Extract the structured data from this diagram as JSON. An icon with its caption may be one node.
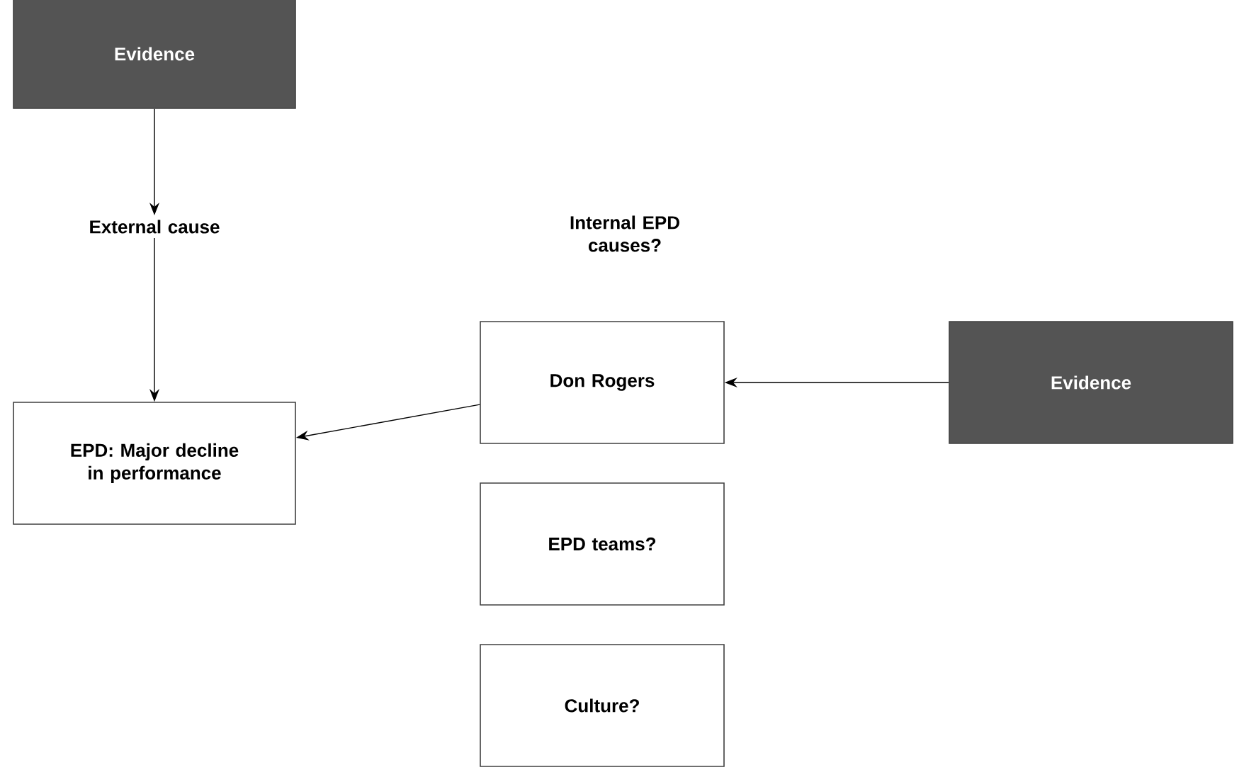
{
  "diagram": {
    "nodes": [
      {
        "text": [
          "Evidence"
        ]
      },
      {
        "text": [
          "External cause"
        ]
      },
      {
        "text": [
          "EPD: Major decline in performance"
        ]
      },
      {
        "text": [
          "Don Rogers"
        ]
      },
      {
        "text": [
          "Evidence"
        ]
      },
      {
        "text": [
          "EPD teams?"
        ]
      },
      {
        "text": [
          "Culture?"
        ]
      }
    ],
    "edges": [
      {
        "from": 0,
        "to": 1,
        "arrow": "to"
      },
      {
        "from": 1,
        "to": 2,
        "arrow": "to"
      },
      {
        "from": 3,
        "to": 2,
        "arrow": "to"
      },
      {
        "from": 4,
        "to": 3,
        "arrow": "to"
      }
    ],
    "labels": [
      "Internal EPD causes?"
    ]
  }
}
